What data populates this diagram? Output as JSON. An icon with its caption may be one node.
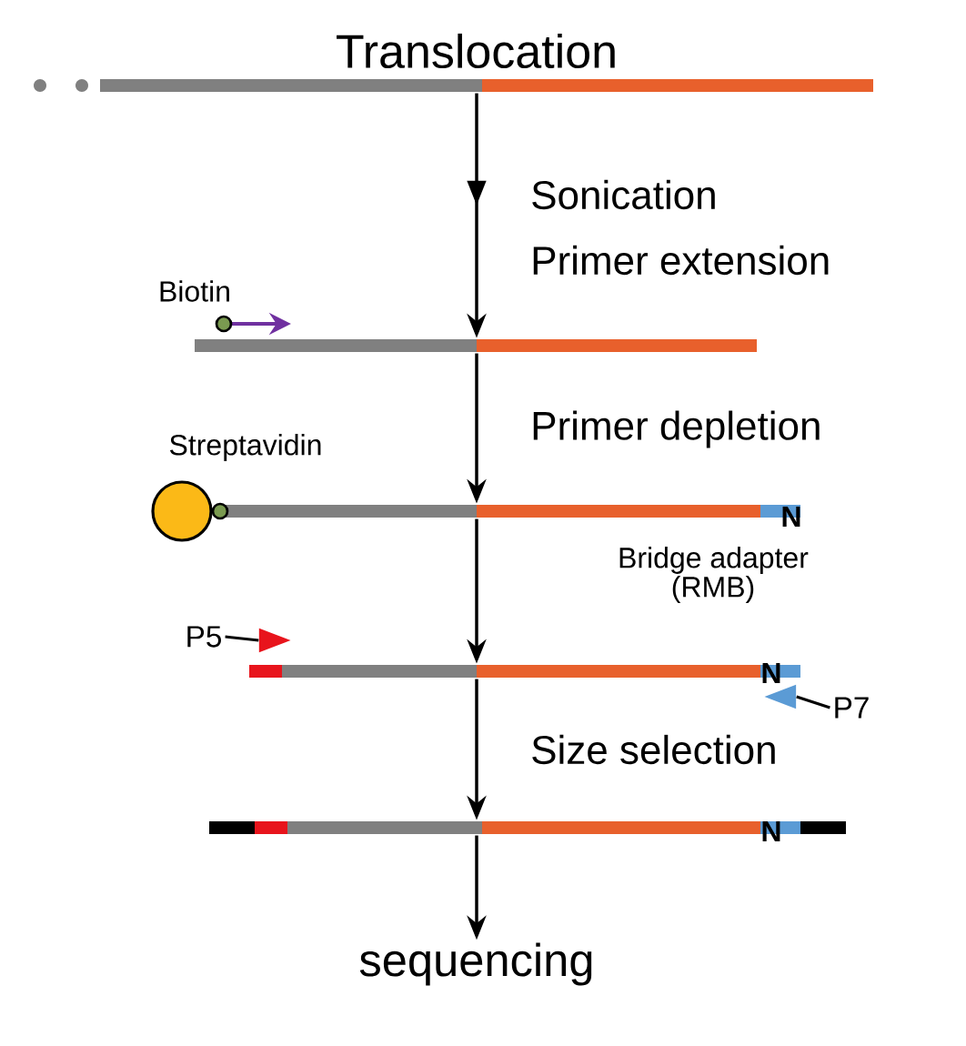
{
  "diagram": {
    "title": "Translocation",
    "nodes": [
      {
        "text": [],
        "shape": "bar"
      },
      {
        "text": [],
        "shape": "bar"
      },
      {
        "text": [],
        "shape": "bar"
      },
      {
        "text": [
          "P5"
        ]
      },
      {
        "text": [],
        "shape": "triangle"
      },
      {
        "text": [],
        "shape": "bar"
      },
      {
        "text": [],
        "shape": "triangle"
      },
      {
        "text": [
          "P7"
        ]
      },
      {
        "text": [],
        "shape": "bar"
      },
      {
        "text": [
          "sequencing"
        ]
      }
    ],
    "edges": [
      {
        "from": 0,
        "to": 1,
        "arrow": "to",
        "label": "Sonication"
      },
      {
        "from": 1,
        "to": 2,
        "arrow": "to",
        "label": "Primer depletion"
      },
      {
        "from": 2,
        "to": 5,
        "arrow": "to"
      },
      {
        "from": 3,
        "to": 4,
        "arrow": "none"
      },
      {
        "from": 5,
        "to": 8,
        "arrow": "to",
        "label": "Size selection"
      },
      {
        "from": 7,
        "to": 6,
        "arrow": "none"
      },
      {
        "from": 8,
        "to": 9,
        "arrow": "to"
      }
    ],
    "labels": [
      "Primer extension",
      "Biotin",
      "Streptavidin",
      "N",
      "Bridge adapter (RMB)",
      "N",
      "N"
    ]
  }
}
